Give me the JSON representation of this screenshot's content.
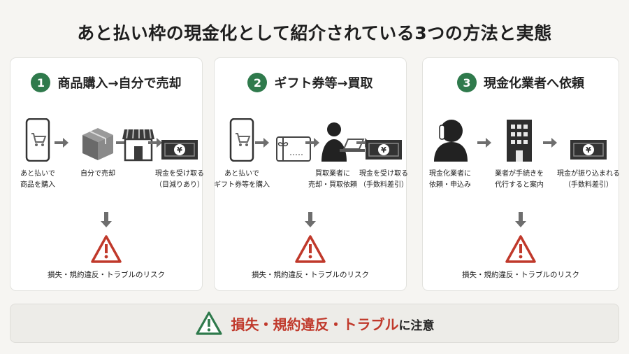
{
  "title": "あと払い枠の現金化として紹介されている3つの方法と実態",
  "cards": [
    {
      "num": "1",
      "title": "商品購入→自分で売却",
      "steps": [
        {
          "l1": "あと払いで",
          "l2": "商品を購入"
        },
        {
          "l1": "自分で売却",
          "l2": ""
        },
        {
          "l1": "現金を受け取る",
          "l2": "（目減りあり）"
        }
      ],
      "risk": "損失・規約違反・トラブルのリスク"
    },
    {
      "num": "2",
      "title": "ギフト券等→買取",
      "steps": [
        {
          "l1": "あと払いで",
          "l2": "ギフト券等を購入"
        },
        {
          "l1": "買取業者に",
          "l2": "売却・買取依頼"
        },
        {
          "l1": "現金を受け取る",
          "l2": "（手数料差引）"
        }
      ],
      "risk": "損失・規約違反・トラブルのリスク"
    },
    {
      "num": "3",
      "title": "現金化業者へ依頼",
      "steps": [
        {
          "l1": "現金化業者に",
          "l2": "依頼・申込み"
        },
        {
          "l1": "業者が手続きを",
          "l2": "代行すると案内"
        },
        {
          "l1": "現金が振り込まれる",
          "l2": "（手数料差引）"
        }
      ],
      "risk": "損失・規約違反・トラブルのリスク"
    }
  ],
  "banner": {
    "red": "損失・規約違反・トラブル",
    "black": "に注意"
  },
  "colors": {
    "green": "#2f7a4c",
    "red": "#c0392b",
    "gray": "#6e6e6e"
  },
  "icons": [
    "smartphone-cart-icon",
    "box-icon",
    "storefront-icon",
    "banknote-icon",
    "gift-card-icon",
    "person-laptop-icon",
    "person-phone-icon",
    "office-building-icon",
    "arrow-right-icon",
    "arrow-down-icon",
    "warning-icon"
  ]
}
